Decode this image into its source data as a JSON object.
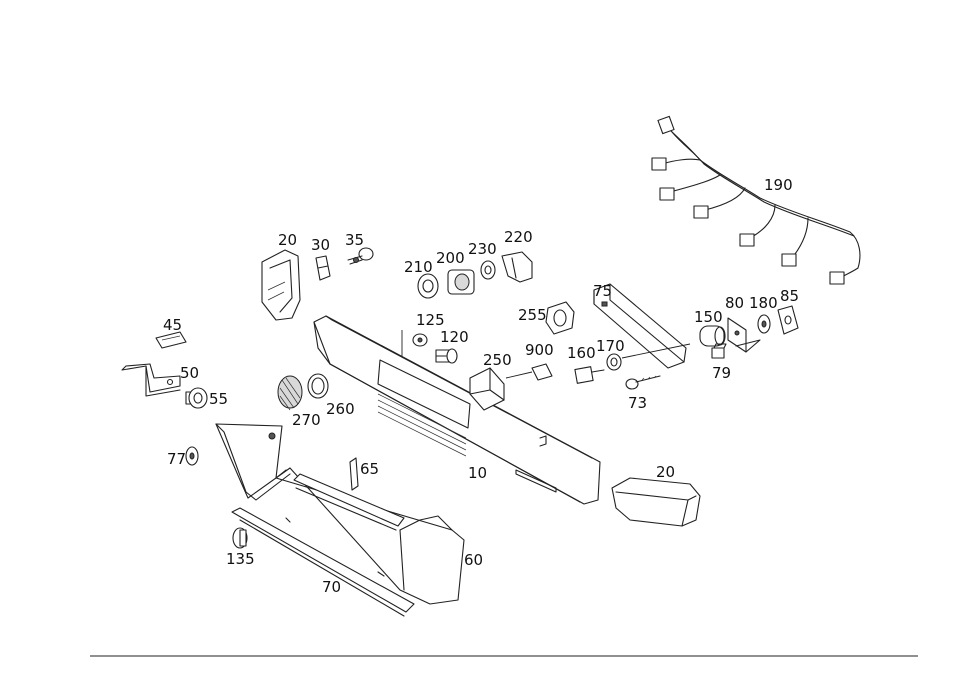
{
  "callouts": {
    "c20a": "20",
    "c30": "30",
    "c35": "35",
    "c45": "45",
    "c50": "50",
    "c55": "55",
    "c77": "77",
    "c270": "270",
    "c260": "260",
    "c125": "125",
    "c120": "120",
    "c210": "210",
    "c200": "200",
    "c230": "230",
    "c220": "220",
    "c250": "250",
    "c900": "900",
    "c255": "255",
    "c75": "75",
    "c160": "160",
    "c170": "170",
    "c73": "73",
    "c150": "150",
    "c80": "80",
    "c180": "180",
    "c85": "85",
    "c79": "79",
    "c190": "190",
    "c10": "10",
    "c20b": "20",
    "c65": "65",
    "c135": "135",
    "c60": "60",
    "c70": "70"
  }
}
